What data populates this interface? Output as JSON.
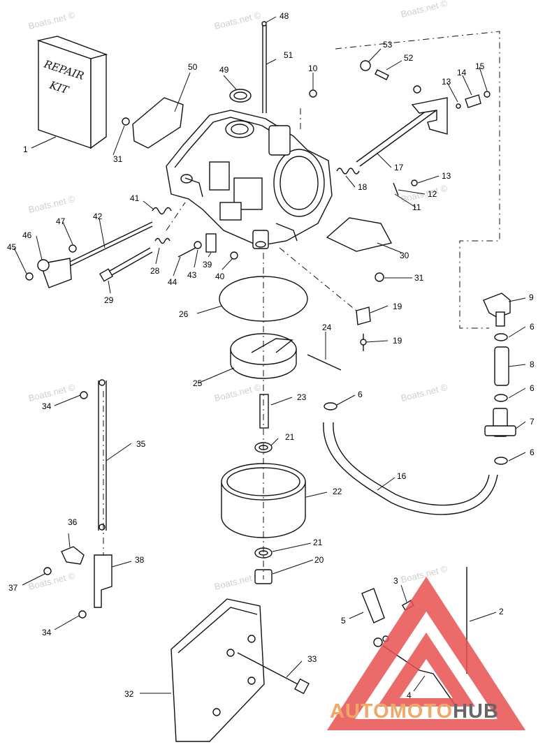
{
  "watermark": "Boats.net ©",
  "repair_kit": {
    "line1": "REPAIR",
    "line2": "KIT"
  },
  "logo": {
    "part1": "AUTOMOTO",
    "part2": "HUB",
    "color_main": "#f0a868",
    "color_hub": "#666666",
    "color_triangle": "#e85050"
  },
  "callouts": [
    "1",
    "2",
    "3",
    "4",
    "5",
    "6",
    "6",
    "6",
    "6",
    "7",
    "8",
    "9",
    "10",
    "11",
    "12",
    "13",
    "13",
    "14",
    "15",
    "16",
    "17",
    "18",
    "19",
    "19",
    "20",
    "21",
    "21",
    "22",
    "23",
    "24",
    "25",
    "26",
    "28",
    "29",
    "30",
    "31",
    "31",
    "32",
    "33",
    "34",
    "34",
    "35",
    "36",
    "37",
    "38",
    "39",
    "40",
    "41",
    "42",
    "43",
    "44",
    "45",
    "46",
    "47",
    "48",
    "49",
    "50",
    "51",
    "52",
    "53"
  ]
}
